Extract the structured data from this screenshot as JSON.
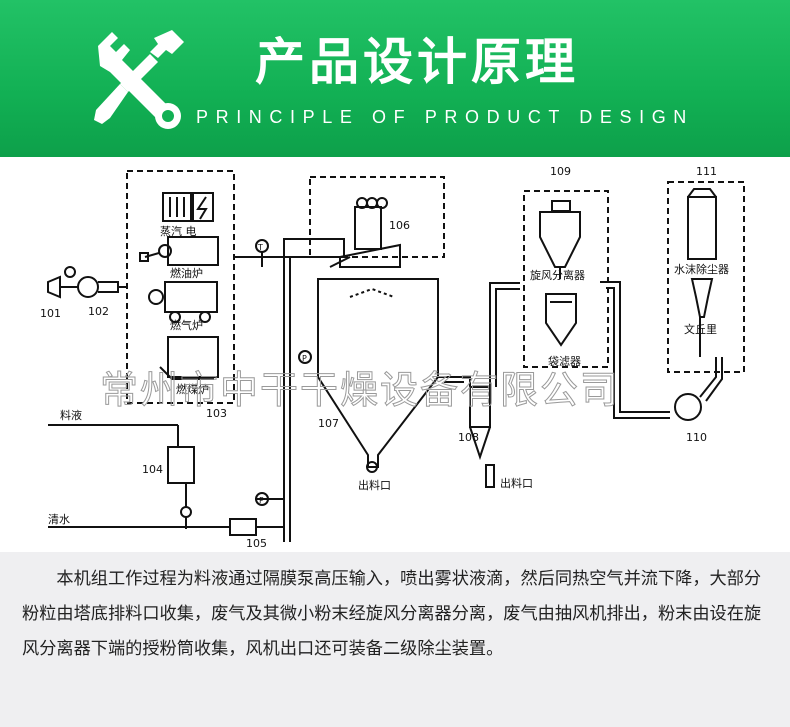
{
  "header": {
    "title": "产品设计原理",
    "subtitle": "PRINCIPLE OF PRODUCT DESIGN",
    "icon": "wrench-screwdriver-icon",
    "bg_color": "#12b054"
  },
  "diagram": {
    "labels": {
      "n101": "101",
      "n102": "102",
      "n103": "103",
      "n104": "104",
      "n105": "105",
      "n106": "106",
      "n107": "107",
      "n108": "108",
      "n109": "109",
      "n110": "110",
      "n111": "111",
      "steam_elec": "蒸汽 电",
      "oil_furnace": "燃油炉",
      "gas_furnace": "燃气炉",
      "coal_furnace": "燃煤炉",
      "feed_liquid": "料液",
      "clean_water": "清水",
      "outlet_tower": "出料口",
      "outlet_cyclone": "出料口",
      "cyclone_separator": "旋风分离器",
      "bag_filter": "袋滤器",
      "water_dust": "水沫除尘器",
      "venturi": "文丘里",
      "gauge_t": "T",
      "gauge_p": "P"
    },
    "watermark": "常州市中干干燥设备有限公司"
  },
  "description": {
    "text": "本机组工作过程为料液通过隔膜泵高压输入，喷出雾状液滴，然后同热空气并流下降，大部分粉粒由塔底排料口收集，废气及其微小粉末经旋风分离器分离，废气由抽风机排出，粉末由设在旋风分离器下端的授粉筒收集，风机出口还可装备二级除尘装置。"
  }
}
